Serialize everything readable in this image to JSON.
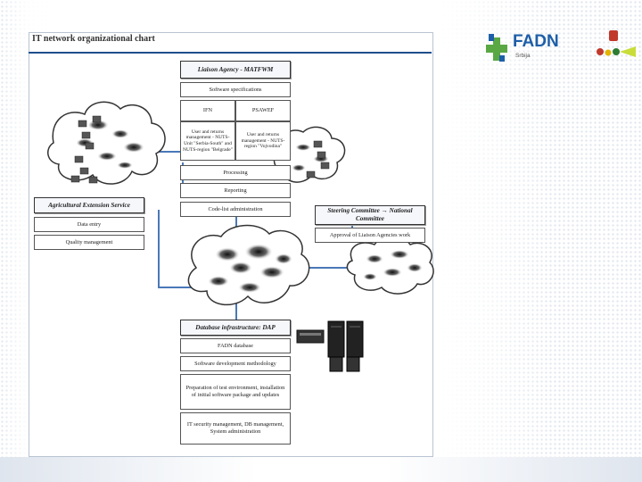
{
  "title": "IT network organizational chart",
  "logo": {
    "brand": "FADN",
    "country": "Srbija"
  },
  "liaison": {
    "header": "Liaison Agency - MATFWM",
    "software_spec": "Software specifications",
    "ifn": "IFN",
    "psawef": "PSAWEF",
    "ifn_desc": "User and returns management - NUTS-Unit \"Serbia-South\" and NUTS-region \"Belgrade\"",
    "psawef_desc": "User and returns management - NUTS-region \"Vojvodina\"",
    "processing": "Processing",
    "reporting": "Reporting",
    "codelist": "Code-list administration"
  },
  "extension": {
    "header": "Agricultural Extension Service",
    "data_entry": "Data entry",
    "quality": "Quality management"
  },
  "steering": {
    "header": "Steering Committee → National Committee",
    "approval": "Approval of Liaison Agencies work"
  },
  "database": {
    "header": "Database infrastructure: DAP",
    "fadn_db": "FADN database",
    "methodology": "Software development methodology",
    "preparation": "Preparation of test environment, installation of initial software package and updates",
    "security": "IT security management, DB management, System administration"
  },
  "colors": {
    "connector": "#4a78b8",
    "accent": "#1f4e8c",
    "logo_green": "#5aa843",
    "logo_blue": "#1f5fa8"
  }
}
